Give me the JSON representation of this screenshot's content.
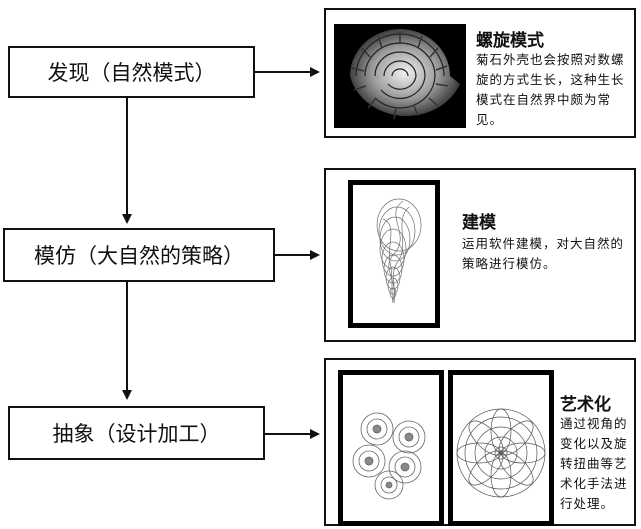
{
  "steps": [
    {
      "label": "发现（自然模式）"
    },
    {
      "label": "模仿（大自然的策略）"
    },
    {
      "label": "抽象（设计加工）"
    }
  ],
  "panels": [
    {
      "title": "螺旋模式",
      "text": "菊石外壳也会按照对数螺旋的方式生长，这种生长模式在自然界中颇为常见。"
    },
    {
      "title": "建模",
      "text": "运用软件建模，对大自然的策略进行模仿。"
    },
    {
      "title": "艺术化",
      "text": "通过视角的变化以及旋转扭曲等艺术化手法进行处理。"
    }
  ],
  "icons": [
    "ammonite-image",
    "shell-model-image",
    "rotational-art-image",
    "spiral-art-image"
  ]
}
